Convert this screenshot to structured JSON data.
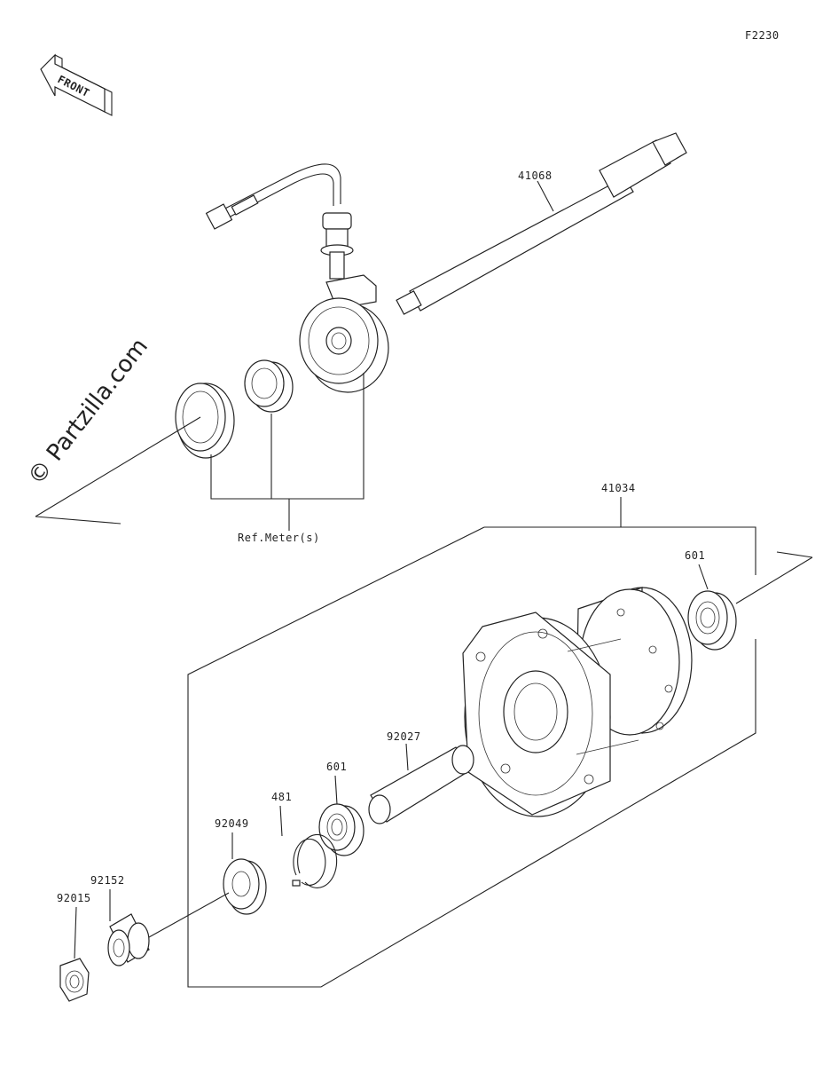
{
  "figure_code": "F2230",
  "front_label": "FRONT",
  "watermark": "© Partzilla.com",
  "ref_label": "Ref.Meter(s)",
  "parts": {
    "axle": "41068",
    "hub": "41034",
    "bearing_right": "601",
    "collar": "92027",
    "bearing_left": "601",
    "circlip": "481",
    "oil_seal": "92049",
    "spacer": "92152",
    "nut": "92015"
  }
}
